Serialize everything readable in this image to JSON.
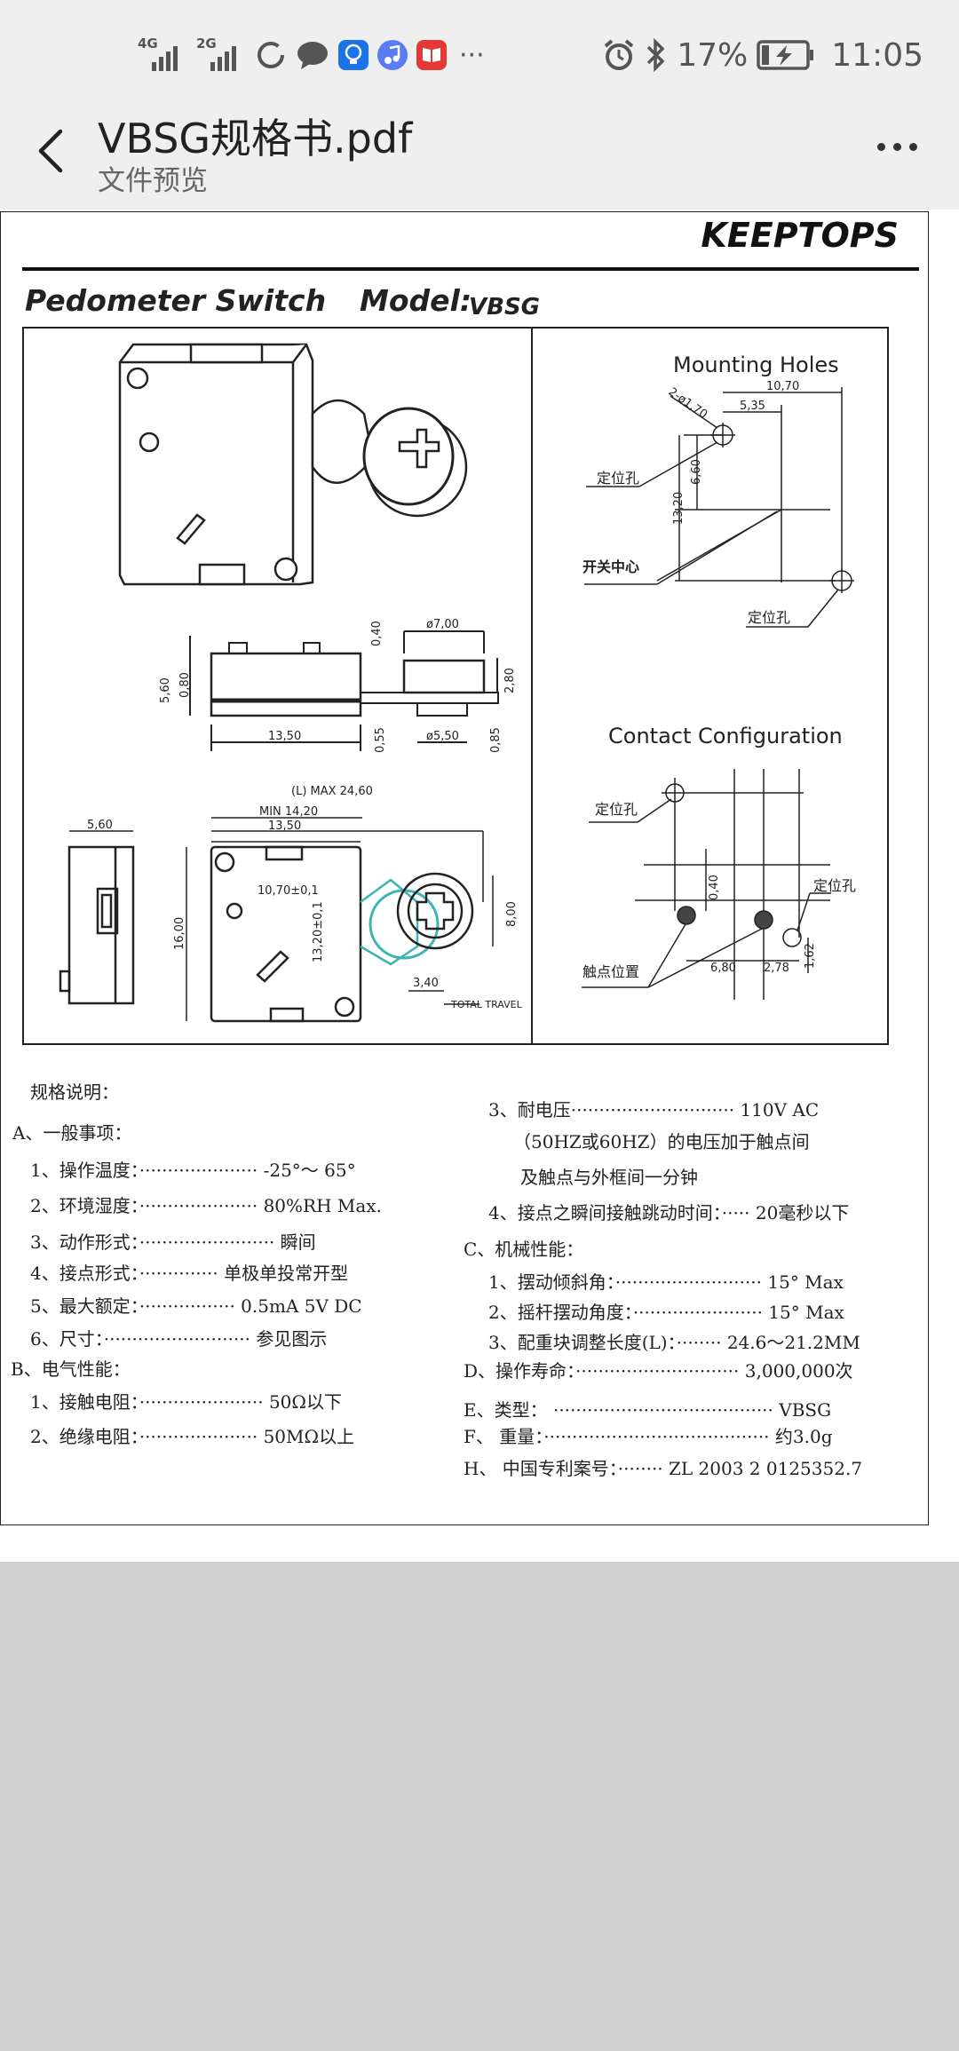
{
  "status_bar": {
    "network1": "4G",
    "network2": "2G",
    "more": "···",
    "battery_percent": "17%",
    "time": "11:05",
    "icons": [
      "signal-4g-icon",
      "signal-2g-icon",
      "loading-ring-icon",
      "chat-icon",
      "bulb-app-icon",
      "music-app-icon",
      "book-app-icon",
      "alarm-icon",
      "bluetooth-icon",
      "battery-charging-icon"
    ]
  },
  "app_bar": {
    "title": "VBSG规格书.pdf",
    "subtitle": "文件预览"
  },
  "document": {
    "brand": "KEEPTOPS",
    "product": "Pedometer  Switch",
    "model_label": "Model:",
    "model": "VBSG",
    "drawing": {
      "mounting_holes_title": "Mounting Holes",
      "contact_config_title": "Contact Configuration",
      "labels": {
        "locate_hole": "定位孔",
        "switch_center": "开关中心",
        "contact_position": "触点位置",
        "total_travel": "TOTAL TRAVEL"
      },
      "dims": {
        "d10_70": "10,70",
        "d5_35": "5,35",
        "hole_dia": "2-ø1,70",
        "d6_60": "6,60",
        "d13_20": "13,20",
        "phi7": "ø7,00",
        "d0_40": "0,40",
        "d5_60": "5,60",
        "d0_80": "0,80",
        "d2_80": "2,80",
        "d13_50": "13,50",
        "d0_55": "0,55",
        "phi5_5": "ø5,50",
        "d0_85": "0,85",
        "lmax": "(L) MAX  24,60",
        "min": "MIN  14,20",
        "d13_50b": "13,50",
        "d5_60b": "5,60",
        "d10_70pm": "10,70±0,1",
        "d13_20pm": "13,20±0,1",
        "d16": "16,00",
        "d8": "8,00",
        "d3_40": "3,40",
        "c0_40": "0,40",
        "c6_80": "6,80",
        "c2_78": "2,78",
        "c1_62": "1,62"
      }
    },
    "specs": {
      "left": [
        "规格说明：",
        "A、一般事项：",
        "1、操作温度：·····················   -25°～ 65°",
        "2、环境湿度：·····················   80%RH Max.",
        "3、动作形式：························   瞬间",
        "4、接点形式：··············   单极单投常开型",
        "5、最大额定：·················   0.5mA 5V DC",
        "6、尺寸：··························   参见图示",
        "B、电气性能：",
        "1、接触电阻：······················   50Ω以下",
        "2、绝缘电阻：·····················   50MΩ以上"
      ],
      "right": [
        "3、耐电压·····························    110V AC",
        "（50HZ或60HZ）的电压加于触点间",
        "及触点与外框间一分钟",
        "4、接点之瞬间接触跳动时间：·····    20毫秒以下",
        "C、机械性能：",
        "1、摆动倾斜角：··························    15° Max",
        "2、摇杆摆动角度：·······················    15° Max",
        "3、配重块调整长度(L)：········   24.6～21.2MM",
        "D、操作寿命：·····························    3,000,000次",
        "E、类型：    ·······································    VBSG",
        "F、   重量：········································    约3.0g",
        "H、   中国专利案号：········    ZL 2003 2 0125352.7"
      ]
    }
  }
}
